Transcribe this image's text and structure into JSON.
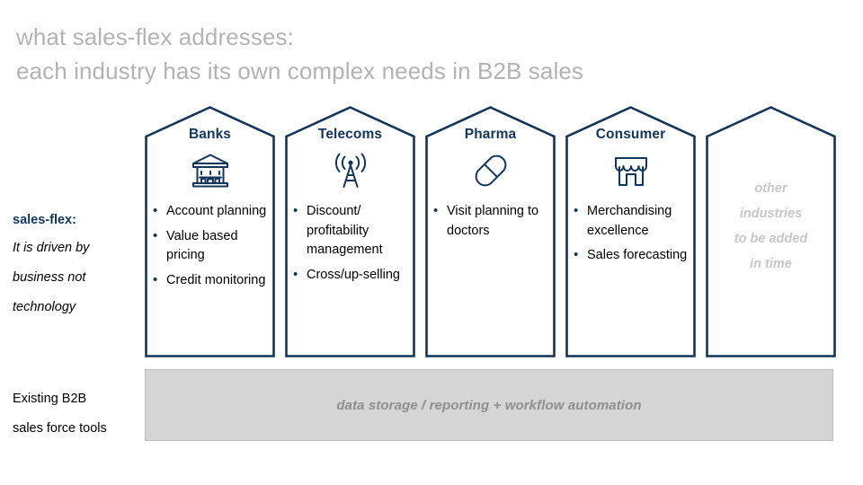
{
  "title": {
    "line1": "what sales-flex addresses:",
    "line2": "each industry has its own complex needs in B2B sales",
    "color": "#b3b3b3"
  },
  "left_rail": {
    "salesflex_heading": "sales-flex:",
    "salesflex_line1": "It is driven by",
    "salesflex_line2": "business not",
    "salesflex_line3": "technology",
    "existing_line1": "Existing B2B",
    "existing_line2": "sales force tools"
  },
  "accent_color": "#12355b",
  "columns": [
    {
      "title": "Banks",
      "icon": "bank-building-icon",
      "bullets": [
        "Account planning",
        "Value based pricing",
        "Credit monitoring"
      ]
    },
    {
      "title": "Telecoms",
      "icon": "radio-tower-icon",
      "bullets": [
        "Discount/ profitability management",
        "Cross/up-selling"
      ]
    },
    {
      "title": "Pharma",
      "icon": "pill-capsule-icon",
      "bullets": [
        "Visit planning to doctors"
      ]
    },
    {
      "title": "Consumer",
      "icon": "storefront-icon",
      "bullets": [
        "Merchandising excellence",
        "Sales forecasting"
      ]
    },
    {
      "title": "",
      "icon": "",
      "bullets": [],
      "placeholder": [
        "other",
        "industries",
        "to be added",
        "in time"
      ],
      "placeholder_color": "#c7c7c7"
    }
  ],
  "bottom_band": {
    "label": "data storage / reporting + workflow automation",
    "fill_color": "#d5d5d5",
    "text_color": "#8f8f8f"
  }
}
